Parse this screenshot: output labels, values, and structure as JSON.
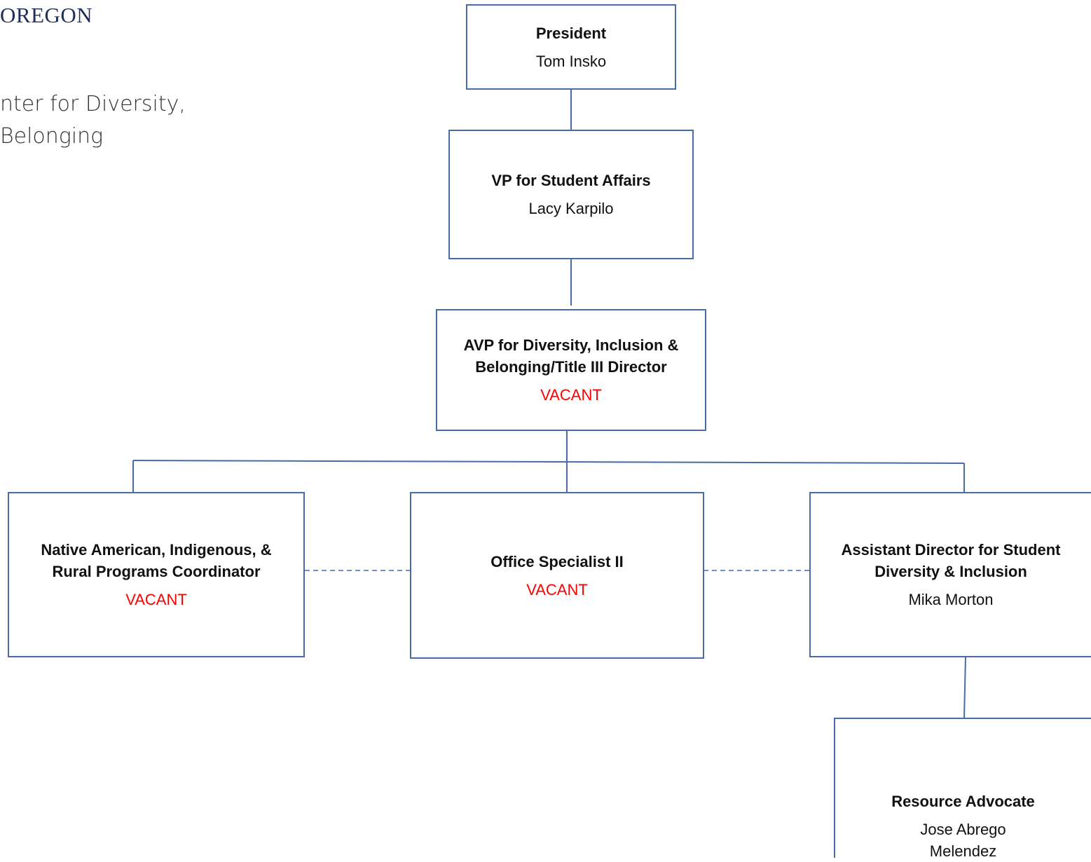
{
  "header": {
    "logo_text": "OREGON",
    "title_line1": "nter for Diversity,",
    "title_line2": "Belonging"
  },
  "colors": {
    "box_border": "#4a6aa8",
    "connector": "#4a6aa8",
    "vacant_text": "#ff0000"
  },
  "org_chart": {
    "president": {
      "role": "President",
      "name": "Tom Insko"
    },
    "vp": {
      "role": "VP for Student Affairs",
      "name": "Lacy Karpilo"
    },
    "avp": {
      "role_line1": "AVP for Diversity, Inclusion &",
      "role_line2": "Belonging/Title III Director",
      "name": "VACANT"
    },
    "native_programs": {
      "role_line1": "Native American, Indigenous, &",
      "role_line2": "Rural Programs Coordinator",
      "name": "VACANT"
    },
    "office_specialist": {
      "role": "Office Specialist II",
      "name": "VACANT"
    },
    "asst_director": {
      "role_line1": "Assistant Director for Student",
      "role_line2": "Diversity & Inclusion",
      "name": "Mika Morton"
    },
    "resource_advocate": {
      "role": "Resource Advocate",
      "name_line1": "Jose Abrego",
      "name_line2": "Melendez"
    }
  }
}
